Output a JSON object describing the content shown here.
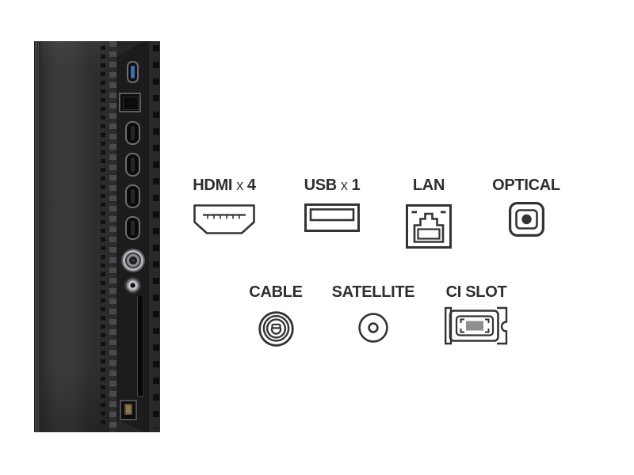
{
  "title": "TV side panel connectivity diagram",
  "colors": {
    "background": "#ffffff",
    "ink": "#2e2e2e",
    "usb_blue": "#3e6da8",
    "optical_gold": "#8a7750"
  },
  "photo": {
    "name": "tv-side-panel-photo",
    "ports_top_to_bottom": [
      "USB",
      "LAN",
      "HDMI",
      "HDMI",
      "HDMI",
      "HDMI",
      "CABLE",
      "SATELLITE",
      "CI SLOT",
      "OPTICAL"
    ]
  },
  "diagram": {
    "ports": {
      "hdmi": {
        "name": "HDMI",
        "times": "x",
        "count": "4"
      },
      "usb": {
        "name": "USB",
        "times": "x",
        "count": "1"
      },
      "lan": {
        "name": "LAN"
      },
      "optical": {
        "name": "OPTICAL"
      },
      "cable": {
        "name": "CABLE"
      },
      "satellite": {
        "name": "SATELLITE"
      },
      "ci_slot": {
        "name": "CI SLOT"
      }
    }
  },
  "icons": {
    "hdmi": "hdmi-connector-icon",
    "usb": "usb-connector-icon",
    "lan": "ethernet-connector-icon",
    "optical": "optical-audio-connector-icon",
    "cable": "coax-cable-connector-icon",
    "satellite": "satellite-connector-icon",
    "ci_slot": "ci-module-icon"
  }
}
